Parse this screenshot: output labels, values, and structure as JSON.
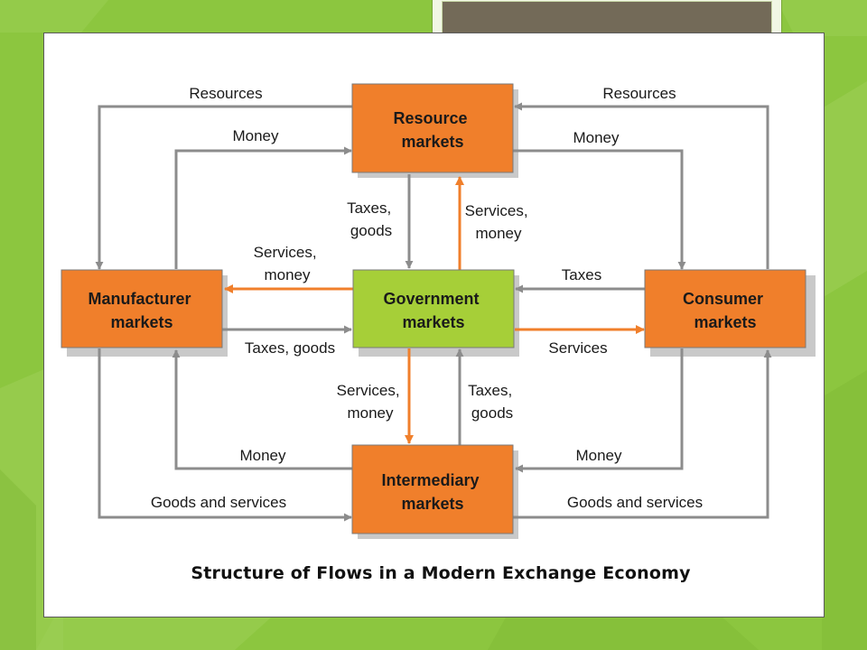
{
  "colors": {
    "slide_background": "#8cc63f",
    "market_box": "#f07f2b",
    "government_box": "#a6cf38",
    "gray_arrow": "#8c8c8c",
    "orange_arrow": "#f07f2b"
  },
  "boxes": {
    "resource": [
      "Resource",
      "markets"
    ],
    "manufacturer": [
      "Manufacturer",
      "markets"
    ],
    "government": [
      "Government",
      "markets"
    ],
    "consumer": [
      "Consumer",
      "markets"
    ],
    "intermediary": [
      "Intermediary",
      "markets"
    ]
  },
  "flows": {
    "top_left_resources": "Resources",
    "top_left_money": "Money",
    "top_right_resources": "Resources",
    "top_right_money": "Money",
    "resource_to_gov": [
      "Taxes,",
      "goods"
    ],
    "gov_to_resource": [
      "Services,",
      "money"
    ],
    "gov_to_manufacturer": [
      "Services,",
      "money"
    ],
    "manufacturer_to_gov": "Taxes, goods",
    "consumer_to_gov": "Taxes",
    "gov_to_consumer": "Services",
    "gov_to_intermediary": [
      "Services,",
      "money"
    ],
    "intermediary_to_gov": [
      "Taxes,",
      "goods"
    ],
    "bottom_left_money": "Money",
    "bottom_left_goods": "Goods and services",
    "bottom_right_money": "Money",
    "bottom_right_goods": "Goods and services"
  },
  "caption": "Structure of Flows in a Modern Exchange Economy"
}
